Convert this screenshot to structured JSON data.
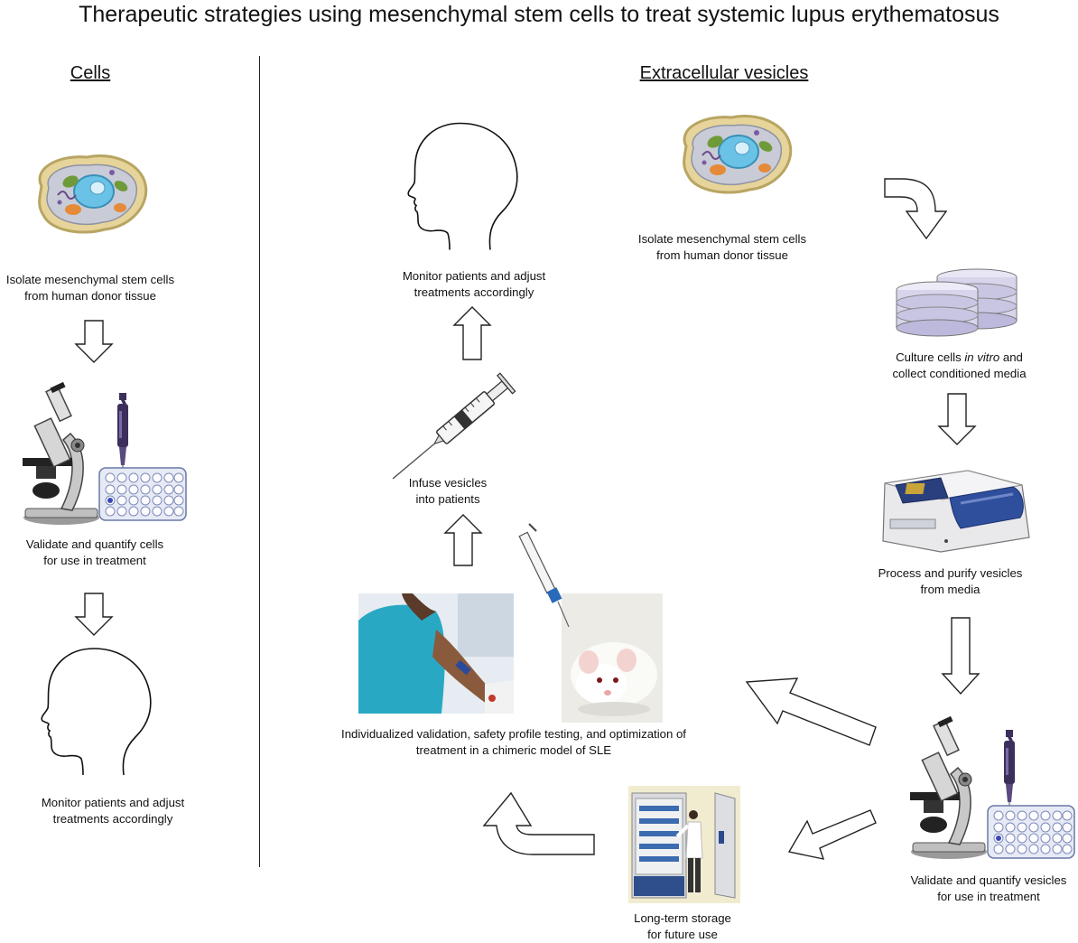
{
  "title": "Therapeutic strategies using mesenchymal stem cells to treat systemic lupus erythematosus",
  "sections": {
    "cells": {
      "heading": "Cells",
      "steps": {
        "isolate": [
          "Isolate mesenchymal stem cells",
          "from human donor tissue"
        ],
        "validate": [
          "Validate and quantify cells",
          "for use in treatment"
        ],
        "monitor": [
          "Monitor patients and adjust",
          "treatments accordingly"
        ]
      }
    },
    "ev": {
      "heading": "Extracellular vesicles",
      "steps": {
        "isolate": [
          "Isolate mesenchymal stem cells",
          "from human donor tissue"
        ],
        "culture_pre": "Culture cells ",
        "culture_em": "in vitro",
        "culture_post": " and",
        "culture_line2": "collect conditioned media",
        "process": [
          "Process and purify vesicles",
          "from media"
        ],
        "validate": [
          "Validate and quantify vesicles",
          "for use in treatment"
        ],
        "storage": [
          "Long-term storage",
          "for future use"
        ],
        "individualized": [
          "Individualized validation, safety profile testing, and optimization of",
          "treatment in a chimeric model of SLE"
        ],
        "infuse": [
          "Infuse vesicles",
          "into patients"
        ],
        "monitor": [
          "Monitor patients and adjust",
          "treatments accordingly"
        ]
      }
    }
  },
  "colors": {
    "cell_membrane": "#e6d49a",
    "nucleus": "#6ac3e6",
    "microscope": "#bfbfbf",
    "plate": "#e6eaf5",
    "pipette": "#3c2f5c",
    "spectrophotometer": "#2f4f9c",
    "petri": "#c9c6e3"
  }
}
